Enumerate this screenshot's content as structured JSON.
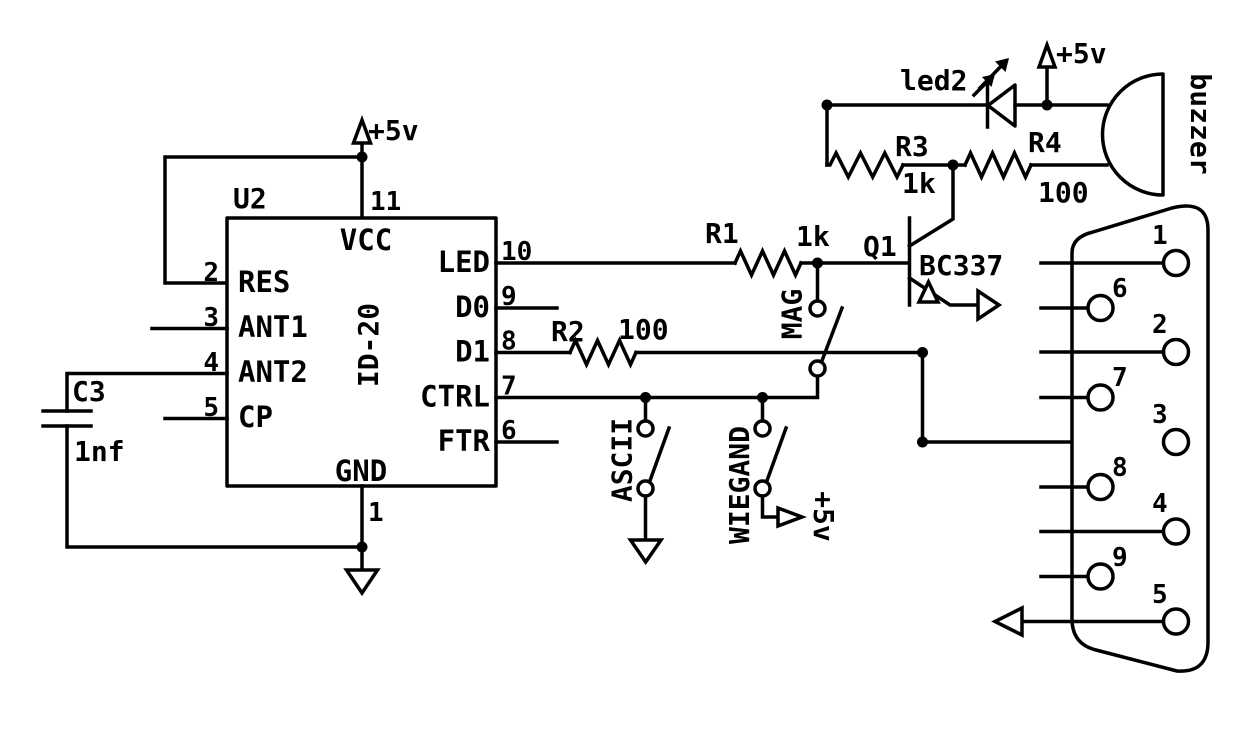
{
  "diagram": {
    "ic": {
      "ref": "U2",
      "part": "ID-20",
      "pin_top": {
        "num": "11",
        "name": "VCC"
      },
      "pin_bottom": {
        "num": "1",
        "name": "GND"
      },
      "pins_left": [
        {
          "num": "2",
          "name": "RES"
        },
        {
          "num": "3",
          "name": "ANT1"
        },
        {
          "num": "4",
          "name": "ANT2"
        },
        {
          "num": "5",
          "name": "CP"
        }
      ],
      "pins_right": [
        {
          "num": "10",
          "name": "LED"
        },
        {
          "num": "9",
          "name": "D0"
        },
        {
          "num": "8",
          "name": "D1"
        },
        {
          "num": "7",
          "name": "CTRL"
        },
        {
          "num": "6",
          "name": "FTR"
        }
      ]
    },
    "capacitor": {
      "ref": "C3",
      "value": "1nf"
    },
    "resistors": {
      "r1": {
        "ref": "R1",
        "value": "1k"
      },
      "r2": {
        "ref": "R2",
        "value": "100"
      },
      "r3": {
        "ref": "R3",
        "value": "1k"
      },
      "r4": {
        "ref": "R4",
        "value": "100"
      }
    },
    "transistor": {
      "ref": "Q1",
      "part": "BC337"
    },
    "led": {
      "ref": "led2"
    },
    "buzzer": {
      "label": "buzzer"
    },
    "switches": {
      "mag": {
        "label": "MAG"
      },
      "ascii": {
        "label": "ASCII"
      },
      "wiegand": {
        "label": "WIEGAND"
      }
    },
    "power": {
      "vcc_top_left": "+5v",
      "vcc_led": "+5v",
      "vcc_wiegand": "+5v"
    },
    "db9": {
      "pin_numbers": [
        "1",
        "6",
        "2",
        "7",
        "3",
        "8",
        "4",
        "9",
        "5"
      ]
    }
  }
}
